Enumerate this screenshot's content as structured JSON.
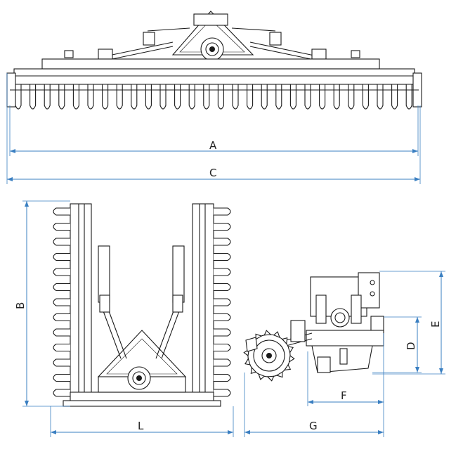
{
  "dimension_labels": {
    "A": "A",
    "B": "B",
    "C": "C",
    "D": "D",
    "E": "E",
    "F": "F",
    "G": "G",
    "L": "L"
  }
}
